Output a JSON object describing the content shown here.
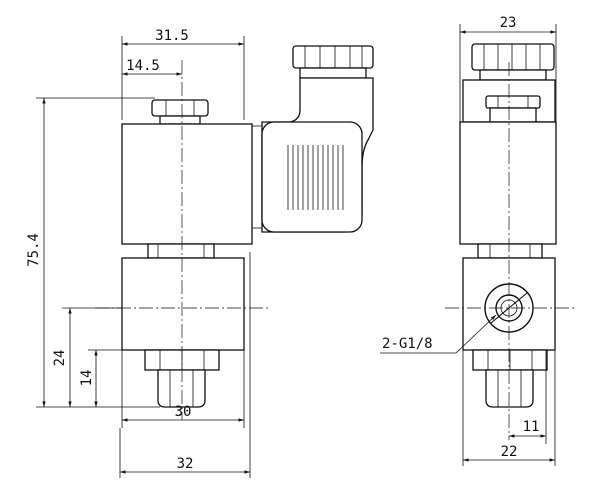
{
  "front_view": {
    "dim_top_width": "31.5",
    "dim_nut_offset": "14.5",
    "dim_total_height": "75.4",
    "dim_port_height": "24",
    "dim_hex_height": "14",
    "dim_hex_width": "30",
    "dim_base_width": "32"
  },
  "side_view": {
    "dim_top_width": "23",
    "dim_port_offset": "11",
    "dim_base_width": "22",
    "port_label": "2-G1/8"
  }
}
